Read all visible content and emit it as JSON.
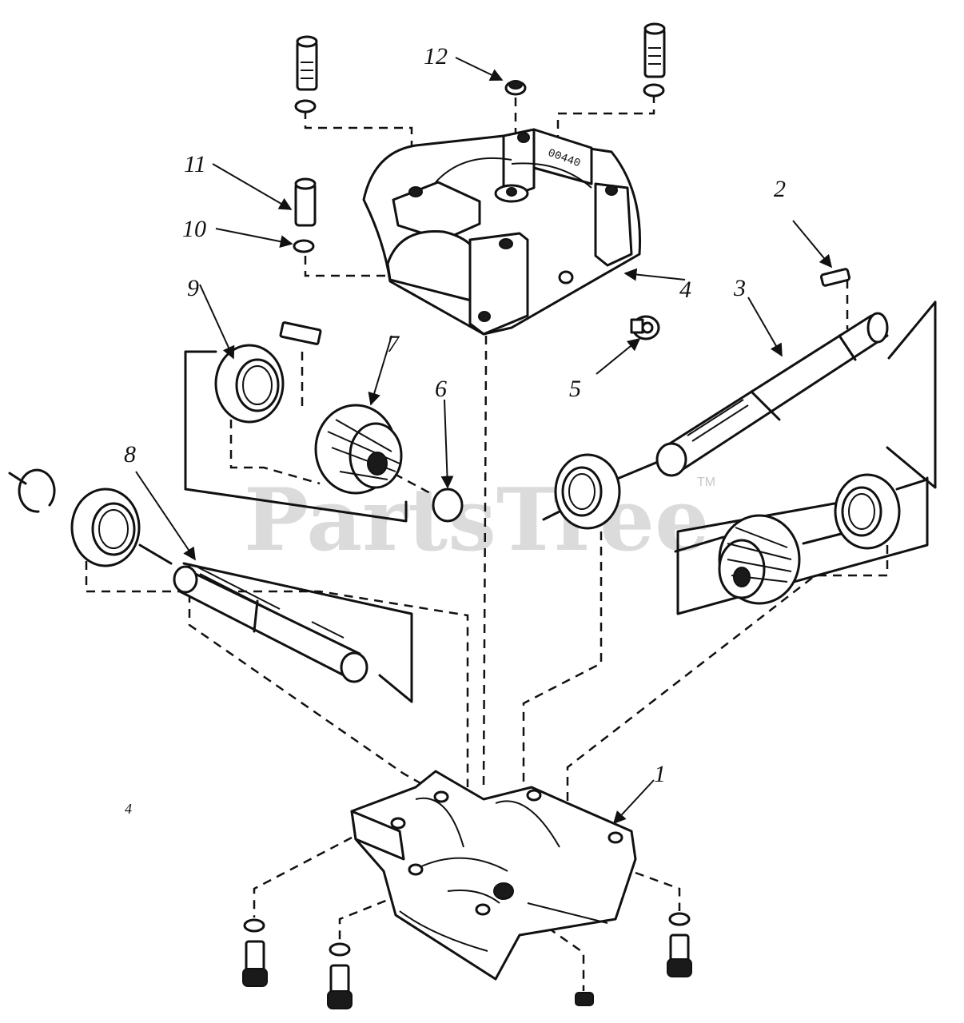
{
  "callouts": [
    {
      "id": "1",
      "label": "1"
    },
    {
      "id": "2",
      "label": "2"
    },
    {
      "id": "3",
      "label": "3"
    },
    {
      "id": "4",
      "label": "4"
    },
    {
      "id": "5",
      "label": "5"
    },
    {
      "id": "6",
      "label": "6"
    },
    {
      "id": "7",
      "label": "7"
    },
    {
      "id": "8",
      "label": "8"
    },
    {
      "id": "9",
      "label": "9"
    },
    {
      "id": "10",
      "label": "10"
    },
    {
      "id": "11",
      "label": "11"
    },
    {
      "id": "12",
      "label": "12"
    }
  ],
  "figure_mark": "4",
  "watermark": {
    "text": "PartsTree",
    "trademark": "TM"
  }
}
